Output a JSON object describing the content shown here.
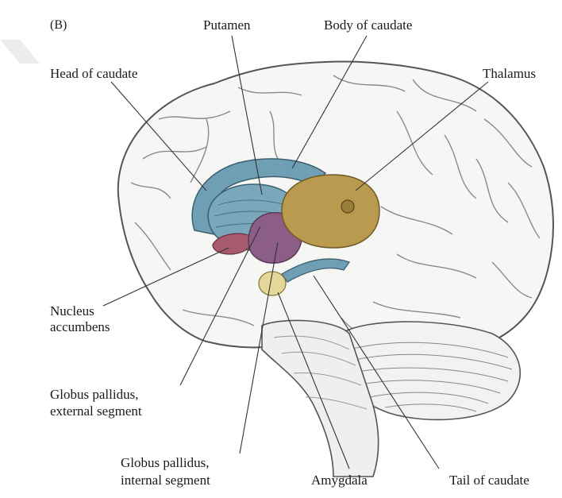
{
  "panel_label": "(B)",
  "labels": {
    "putamen": "Putamen",
    "body_of_caudate": "Body of caudate",
    "head_of_caudate": "Head of caudate",
    "thalamus": "Thalamus",
    "nucleus_accumbens_1": "Nucleus",
    "nucleus_accumbens_2": "accumbens",
    "gp_external_1": "Globus pallidus,",
    "gp_external_2": "external segment",
    "gp_internal_1": "Globus pallidus,",
    "gp_internal_2": "internal segment",
    "amygdala": "Amygdala",
    "tail_of_caudate": "Tail of caudate"
  },
  "colors": {
    "caudate_putamen": "#6f9fb5",
    "thalamus": "#b99a4e",
    "globus_pallidus": "#8c5d86",
    "nucleus_accumbens": "#a85a6e",
    "amygdala": "#e4d79a",
    "brain_outline": "#555555",
    "leader_line": "#333333"
  }
}
